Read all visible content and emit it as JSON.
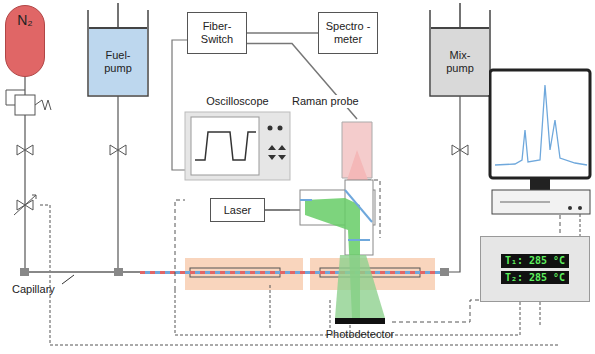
{
  "diagram": {
    "nodes": [
      {
        "text": [
          "N₂"
        ]
      },
      {
        "text": [
          "Fuel- pump"
        ]
      },
      {
        "text": [
          "Fiber- Switch"
        ]
      },
      {
        "text": [
          "Spectro -meter"
        ]
      },
      {
        "text": [
          "Mix- pump"
        ]
      },
      {
        "text": [
          "Oscilloscope"
        ]
      },
      {
        "text": [
          "Raman probe"
        ]
      },
      {
        "text": [
          "Laser"
        ]
      },
      {
        "text": [
          "T₁: 285 °C",
          "T₂: 285 °C"
        ]
      },
      {
        "text": [
          "Photodetector"
        ]
      }
    ],
    "edges": [
      {
        "from": 2,
        "to": 3,
        "arrow": "none"
      },
      {
        "from": 2,
        "to": 6,
        "arrow": "none"
      },
      {
        "from": 7,
        "to": 6,
        "arrow": "none"
      }
    ],
    "labels": [
      "Capillary"
    ]
  }
}
